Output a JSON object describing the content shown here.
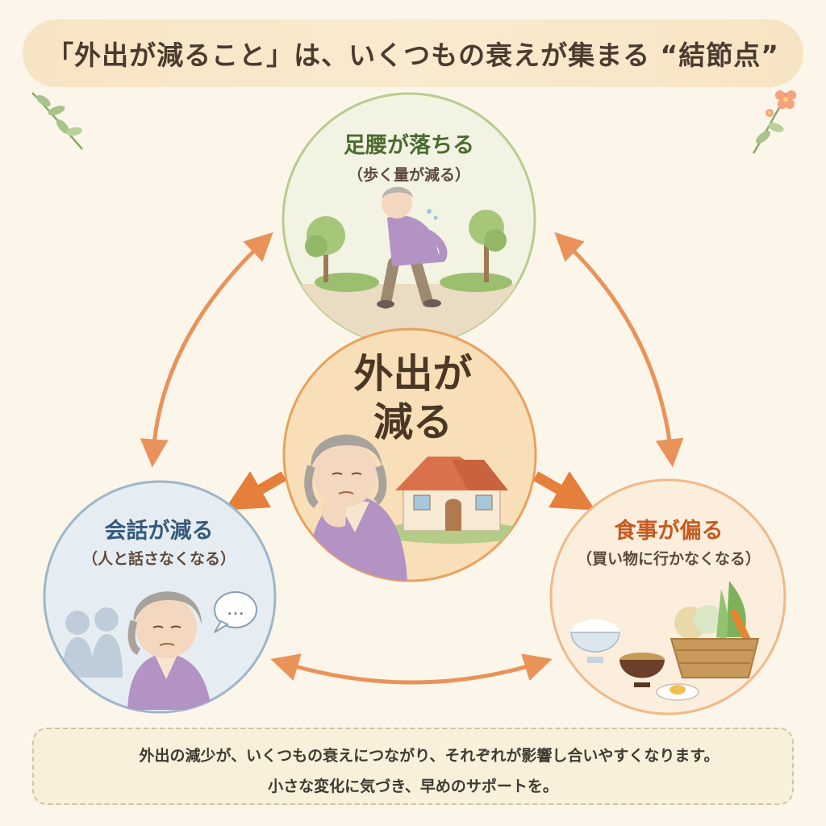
{
  "header": {
    "title": "「外出が減ること」は、いくつもの衰えが集まる “結節点”"
  },
  "nodes": {
    "top": {
      "title": "足腰が落ちる",
      "subtitle": "（歩く量が減る）"
    },
    "center": {
      "title_line1": "外出が",
      "title_line2": "減る"
    },
    "left": {
      "title": "会話が減る",
      "subtitle": "（人と話さなくなる）"
    },
    "right": {
      "title": "食事が偏る",
      "subtitle": "（買い物に行かなくなる）"
    }
  },
  "speech_bubble": {
    "text": "…"
  },
  "footer": {
    "line1": "外出の減少が、いくつもの衰えにつながり、それぞれが影響し合いやすくなります。",
    "line2": "小さな変化に気づき、早めのサポートを。"
  },
  "colors": {
    "background": "#fbf5ea",
    "banner": "#f7e4c3",
    "top_circle_border": "#b8cc8e",
    "center_circle_border": "#e8a25e",
    "left_circle_border": "#9fb6c9",
    "right_circle_border": "#f0b988",
    "arrow": "#e9935a"
  },
  "icons": [
    "leaf-sprig-icon",
    "flower-icon",
    "heart-icon",
    "speech-bubble-icon",
    "house-icon",
    "tree-icon"
  ]
}
